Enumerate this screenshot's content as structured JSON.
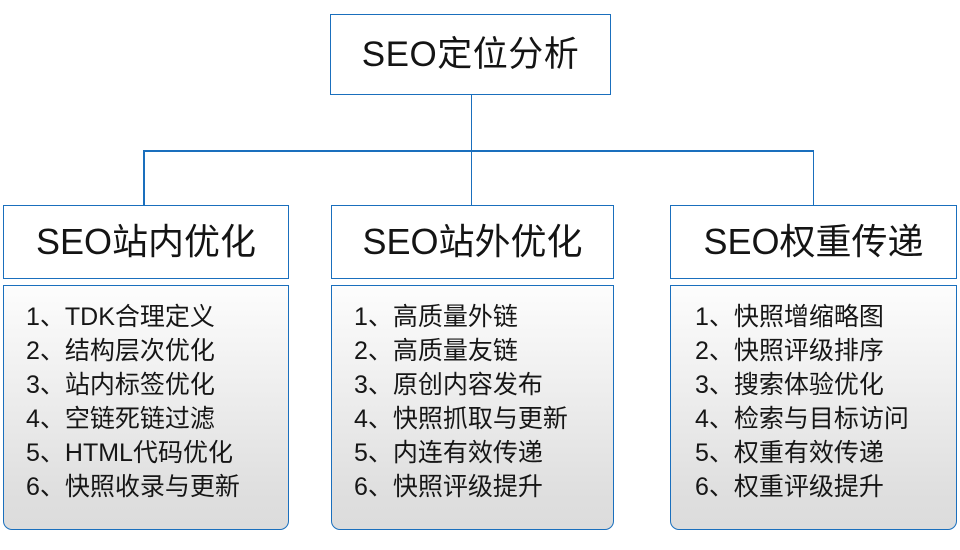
{
  "diagram": {
    "type": "org-chart",
    "accent_color": "#1a6fbd",
    "text_color": "#141414",
    "panel_fill_top": "#fdfdfd",
    "panel_fill_bottom": "#dcdcdc",
    "root": {
      "label": "SEO定位分析"
    },
    "branches": [
      {
        "header": "SEO站内优化",
        "items": [
          "1、TDK合理定义",
          "2、结构层次优化",
          "3、站内标签优化",
          "4、空链死链过滤",
          "5、HTML代码优化",
          "6、快照收录与更新"
        ]
      },
      {
        "header": "SEO站外优化",
        "items": [
          "1、高质量外链",
          "2、高质量友链",
          "3、原创内容发布",
          "4、快照抓取与更新",
          "5、内连有效传递",
          "6、快照评级提升"
        ]
      },
      {
        "header": "SEO权重传递",
        "items": [
          "1、快照增缩略图",
          "2、快照评级排序",
          "3、搜索体验优化",
          "4、检索与目标访问",
          "5、权重有效传递",
          "6、权重评级提升"
        ]
      }
    ]
  }
}
